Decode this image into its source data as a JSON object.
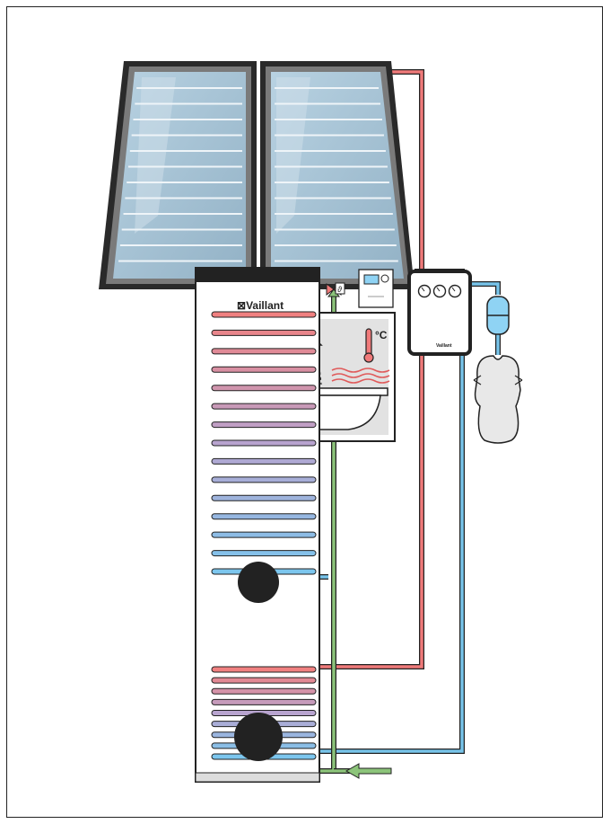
{
  "brand": {
    "name": "Vaillant",
    "mark": "⊠"
  },
  "thermo": {
    "unit": "°C"
  },
  "valve": {
    "label": "ϑ"
  },
  "colors": {
    "hot_pipe": "#f07a7a",
    "cold_pipe": "#78c4ea",
    "cold_water_pipe": "#8cc47a",
    "outline": "#222222",
    "glass": "#a8c4d6",
    "tank_black": "#1a1a1a",
    "expansion_vessel": "#8fd3f4"
  },
  "icons": [
    "shower-head-icon",
    "thermometer-icon",
    "bathtub-icon",
    "heat-waves-icon",
    "controller-icon",
    "pressure-gauge-icon",
    "expansion-vessel-icon",
    "three-way-valve-icon",
    "inlet-arrow-icon"
  ]
}
